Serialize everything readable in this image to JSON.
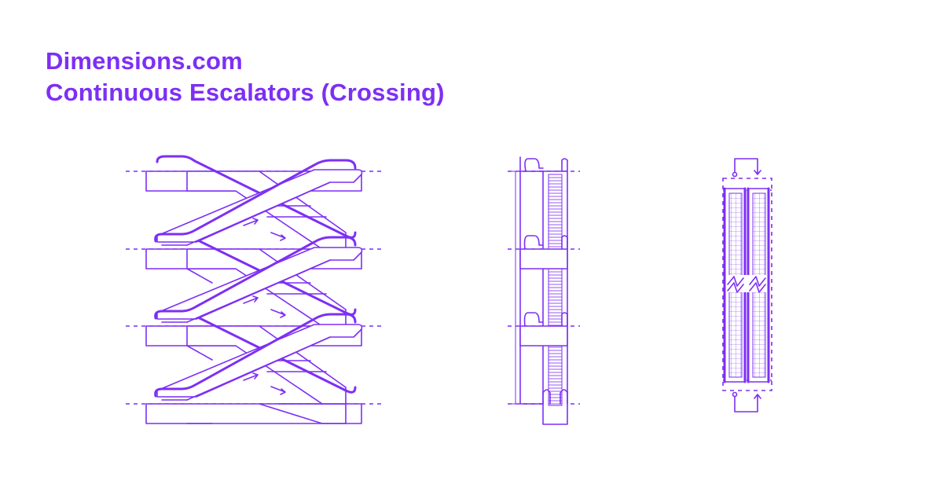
{
  "header": {
    "brand": "Dimensions.com",
    "title": "Continuous Escalators (Crossing)"
  },
  "colors": {
    "accent": "#7d2ff5",
    "background": "#ffffff"
  },
  "views": [
    {
      "name": "elevation-front",
      "floor_levels": 4
    },
    {
      "name": "elevation-side",
      "floor_levels": 4
    },
    {
      "name": "plan",
      "escalator_units": 2
    }
  ]
}
